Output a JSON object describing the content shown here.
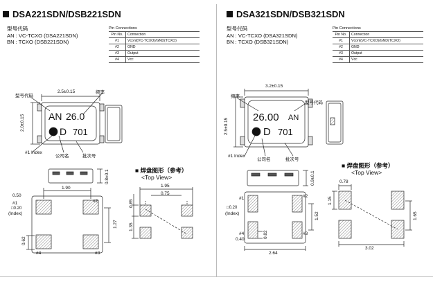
{
  "left": {
    "title": "DSA221SDN/DSB221SDN",
    "code_head": "型号代码",
    "code_an": "AN : VC-TCXO (DSA221SDN)",
    "code_bn": "BN : TCXO (DSB221SDN)",
    "pin_title": "Pin Connections",
    "pin_header": [
      "Pin No.",
      "Connection"
    ],
    "pins": [
      {
        "no": "#1",
        "conn": "Vcont(VC-TCXO)/GND(TCXO)"
      },
      {
        "no": "#2",
        "conn": "GND"
      },
      {
        "no": "#3",
        "conn": "Output"
      },
      {
        "no": "#4",
        "conn": "Vcc"
      }
    ],
    "lbl_model": "型号代码",
    "lbl_freq": "频率",
    "lbl_index": "#1 Index",
    "lbl_company": "公司名",
    "lbl_lot": "批次号",
    "dim_width": "2.5±0.15",
    "dim_height": "2.0±0.15",
    "dim_thick": "0.8±0.1",
    "mark_an": "AN",
    "mark_freq": "26.0",
    "mark_d": "D",
    "mark_lot": "701",
    "pad_title": "■ 焊盘图形（参考）",
    "pad_sub": "<Top View>",
    "d_190": "1.90",
    "d_050": "0.50",
    "d_020": "□0.20",
    "d_index": "(Index)",
    "d_127": "1.27",
    "d_062": "0.62",
    "d_195": "1.95",
    "d_075": "0.75",
    "d_085": "0.85",
    "d_135": "1.35",
    "p1": "#1",
    "p2": "#2",
    "p3": "#3",
    "p4": "#4"
  },
  "right": {
    "title": "DSA321SDN/DSB321SDN",
    "code_head": "型号代码",
    "code_an": "AN : VC-TCXO (DSA321SDN)",
    "code_bn": "BN : TCXO (DSB321SDN)",
    "pin_title": "Pin Connections",
    "pin_header": [
      "Pin No.",
      "Connection"
    ],
    "pins": [
      {
        "no": "#1",
        "conn": "Vcont(VC-TCXO)/GND(TCXO)"
      },
      {
        "no": "#2",
        "conn": "GND"
      },
      {
        "no": "#3",
        "conn": "Output"
      },
      {
        "no": "#4",
        "conn": "Vcc"
      }
    ],
    "lbl_freq": "频率",
    "lbl_model": "型号代码",
    "lbl_index": "#1 Index",
    "lbl_company": "公司名",
    "lbl_lot": "批次号",
    "dim_width": "3.2±0.15",
    "dim_height": "2.5±0.15",
    "dim_thick": "0.9±0.1",
    "mark_freq": "26.00",
    "mark_an": "AN",
    "mark_d": "D",
    "mark_lot": "701",
    "pad_title": "■ 焊盘图形（参考）",
    "pad_sub": "<Top View>",
    "d_020": "□0.20",
    "d_index": "(Index)",
    "d_152": "1.52",
    "d_082": "0.82",
    "d_040": "0.40",
    "d_264": "2.64",
    "d_078": "0.78",
    "d_115": "1.15",
    "d_165": "1.65",
    "d_302": "3.02",
    "p1": "#1",
    "p2": "#2",
    "p3": "#3",
    "p4": "#4"
  }
}
